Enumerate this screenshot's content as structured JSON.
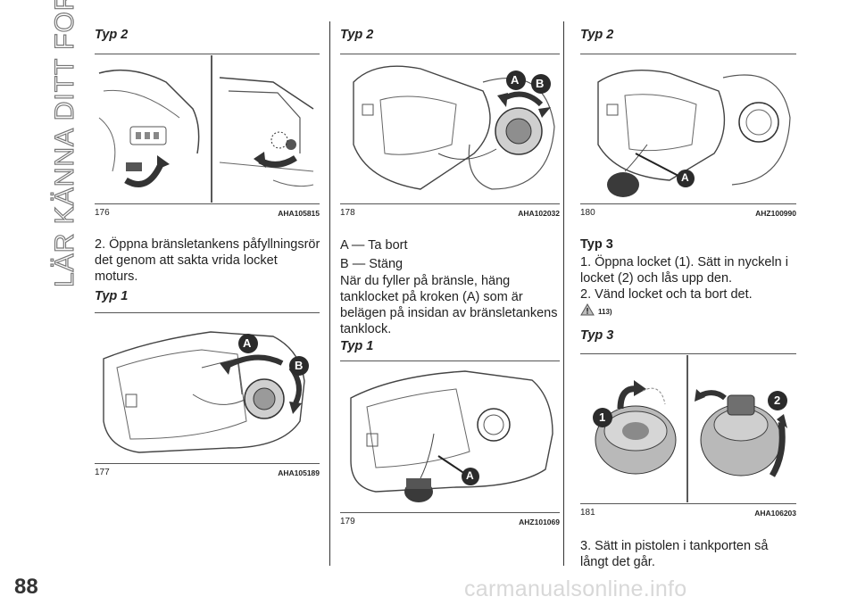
{
  "page": {
    "side_title": "LÄR KÄNNA DITT FORDON",
    "page_number": "88",
    "watermark": "carmanualsonline.info"
  },
  "col1": {
    "heading1": "Typ 2",
    "fig1": {
      "number": "176",
      "code": "AHA105815"
    },
    "step2": "2. Öppna bränsletankens påfyllningsrör det genom att sakta vrida locket moturs.",
    "heading2": "Typ 1",
    "fig2": {
      "number": "177",
      "code": "AHA105189",
      "label_a": "A",
      "label_b": "B"
    }
  },
  "col2": {
    "heading1": "Typ 2",
    "fig1": {
      "number": "178",
      "code": "AHA102032",
      "label_a": "A",
      "label_b": "B"
    },
    "line_a": "A — Ta bort",
    "line_b": "B — Stäng",
    "para": "När du fyller på bränsle, häng tanklocket på kroken (A) som är belägen på insidan av bränsletankens tanklock.",
    "heading2": "Typ 1",
    "fig2": {
      "number": "179",
      "code": "AHZ101069",
      "label_a": "A"
    }
  },
  "col3": {
    "heading1": "Typ 2",
    "fig1": {
      "number": "180",
      "code": "AHZ100990",
      "label_a": "A"
    },
    "heading2": "Typ 3",
    "step1": "1. Öppna locket (1). Sätt in nyckeln i locket (2) och lås upp den.",
    "step2": "2. Vänd locket och ta bort det.",
    "warning_ref": "113)",
    "heading3": "Typ 3",
    "fig2": {
      "number": "181",
      "code": "AHA106203",
      "label_1": "1",
      "label_2": "2"
    },
    "step3": "3. Sätt in pistolen i tankporten så långt det går."
  },
  "colors": {
    "text": "#222222",
    "watermark": "#d8d8d8",
    "label_bubble": "#2b2b2b"
  }
}
